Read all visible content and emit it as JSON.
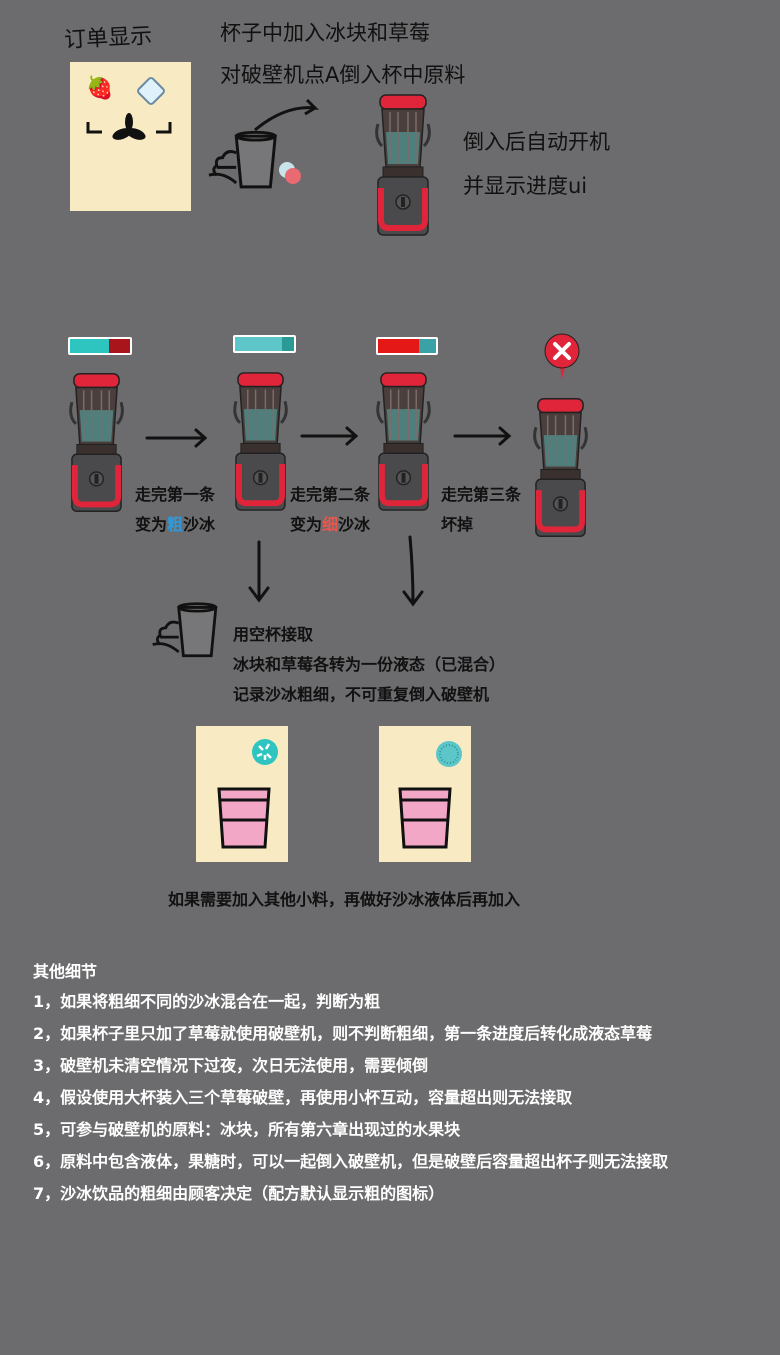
{
  "order_display": {
    "title": "订单显示",
    "ingredients": [
      "strawberry-icon",
      "ice-cube-icon"
    ],
    "machine_icon": "blender-blade-icon"
  },
  "step1": {
    "line1": "杯子中加入冰块和草莓",
    "line2": "对破壁机点A倒入杯中原料",
    "line3": "倒入后自动开机",
    "line4": "并显示进度ui"
  },
  "stages": [
    {
      "label1": "走完第一条",
      "label2_pre": "变为",
      "label2_hl": "粗",
      "label2_post": "沙冰",
      "hl_color": "#2b9be0"
    },
    {
      "label1": "走完第二条",
      "label2_pre": "变为",
      "label2_hl": "细",
      "label2_post": "沙冰",
      "hl_color": "#e8564e"
    },
    {
      "label1": "走完第三条",
      "label2": "坏掉"
    }
  ],
  "progress_bars": [
    {
      "fill": 0.65,
      "color": "#2ec4c0",
      "rest": "#a8151a"
    },
    {
      "fill": 0.8,
      "color": "#5cc6c9",
      "rest": "#2a9a95"
    },
    {
      "fill": 0.7,
      "color": "#e51818",
      "rest": "#3aa2a6"
    }
  ],
  "collect": {
    "line1": "用空杯接取",
    "line2": "冰块和草莓各转为一份液态（已混合）",
    "line3": "记录沙冰粗细，不可重复倒入破壁机"
  },
  "note": "如果需要加入其他小料，再做好沙冰液体后再加入",
  "details": {
    "title": "其他细节",
    "items": [
      "1，如果将粗细不同的沙冰混合在一起，判断为粗",
      "2，如果杯子里只加了草莓就使用破壁机，则不判断粗细，第一条进度后转化成液态草莓",
      "3，破壁机未清空情况下过夜，次日无法使用，需要倾倒",
      "4，假设使用大杯装入三个草莓破壁，再使用小杯互动，容量超出则无法接取",
      "5，可参与破壁机的原料：冰块，所有第六章出现过的水果块",
      "6，原料中包含液体，果糖时，可以一起倒入破壁机，但是破壁后容量超出杯子则无法接取",
      "7，沙冰饮品的粗细由顾客决定（配方默认显示粗的图标）"
    ]
  }
}
